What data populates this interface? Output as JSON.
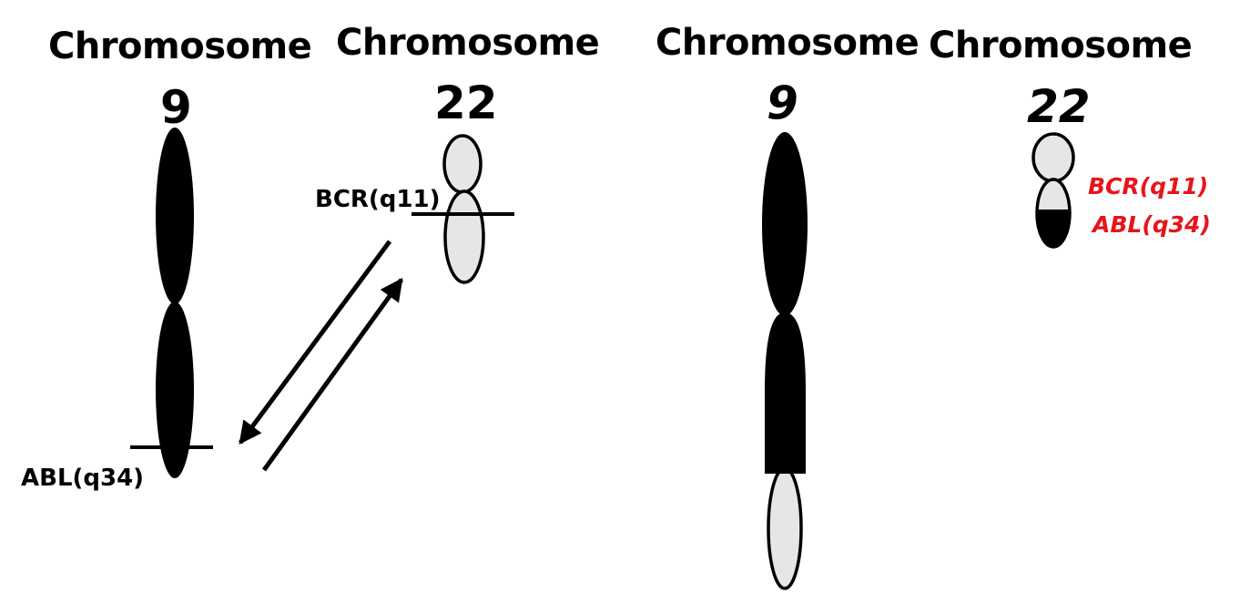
{
  "before": {
    "chr9": {
      "title": "Chromosome",
      "number": "9",
      "gene_label": "ABL(q34)"
    },
    "chr22": {
      "title": "Chromosome",
      "number": "22",
      "gene_label": "BCR(q11)"
    }
  },
  "after": {
    "chr9": {
      "title": "Chromosome",
      "number": "9"
    },
    "chr22": {
      "title": "Chromosome",
      "number": "22",
      "gene_label_1": "BCR(q11)",
      "gene_label_2": "ABL(q34)"
    }
  },
  "colors": {
    "chromatin_dark": "#000000",
    "chromatin_light": "#e6e6e6",
    "fusion_label": "#e8141b"
  }
}
